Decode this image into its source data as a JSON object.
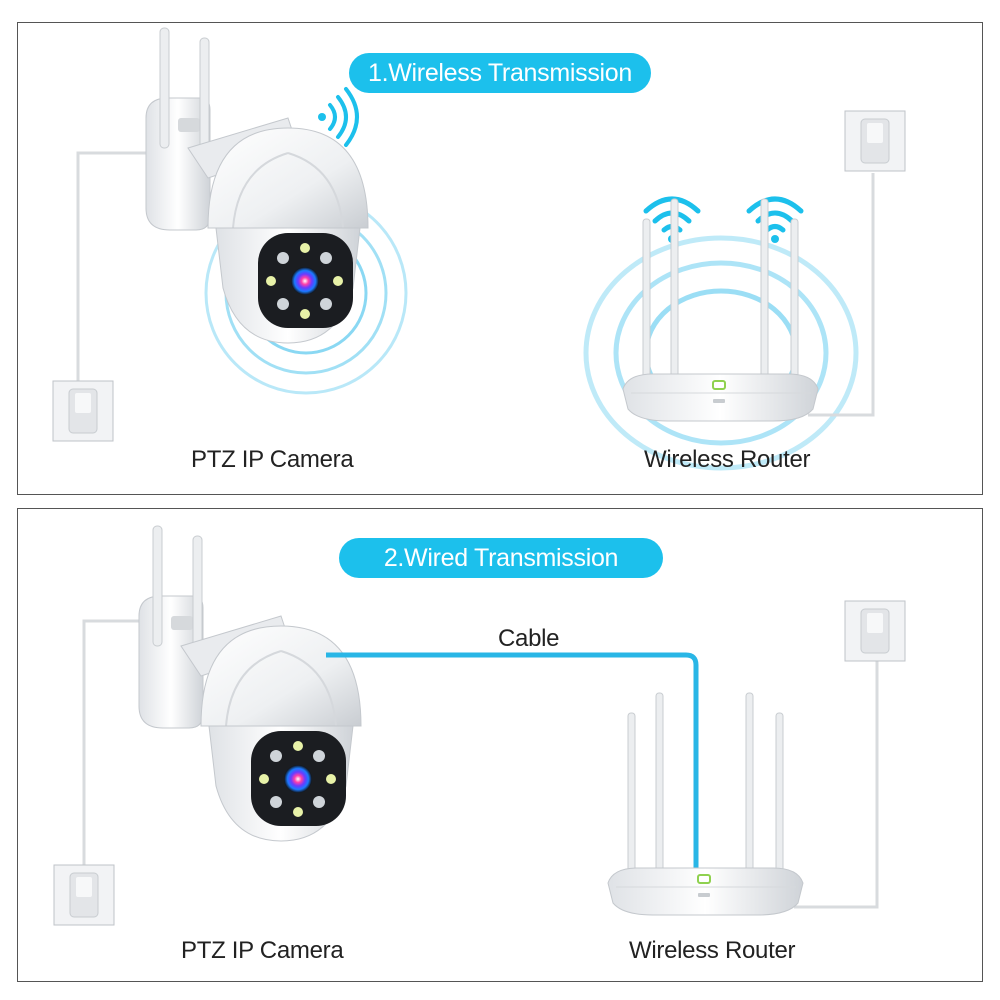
{
  "wireless": {
    "title": "1.Wireless Transmission",
    "camera_label": "PTZ IP Camera",
    "router_label": "Wireless Router"
  },
  "wired": {
    "title": "2.Wired Transmission",
    "cable_label": "Cable",
    "camera_label": "PTZ IP Camera",
    "router_label": "Wireless Router"
  },
  "colors": {
    "accent": "#1cc0ec",
    "cable": "#29b6e6",
    "wave": "#8ad8f3"
  },
  "icons": [
    "wifi-icon",
    "power-socket-icon"
  ]
}
